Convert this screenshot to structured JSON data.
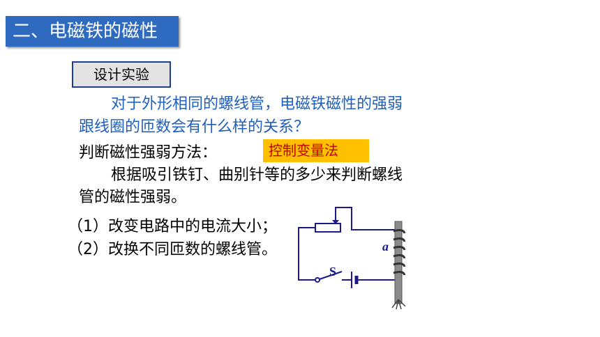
{
  "title": "二、电磁铁的磁性",
  "design_label": "设计实验",
  "question": {
    "line1": "对于外形相同的螺线管，电磁铁磁性的强弱",
    "line2": "跟线圈的匝数会有什么样的关系？"
  },
  "method_label": "判断磁性强弱方法：",
  "method_tag": "控制变量法",
  "method": {
    "line1": "根据吸引铁钉、曲别针等的多少来判断螺线",
    "line2": "管的磁性强弱。"
  },
  "items": [
    "（1）改变电路中的电流大小；",
    "（2）改换不同匝数的螺线管。"
  ],
  "circuit": {
    "switch_label": "S",
    "coil_label": "a",
    "wire_color": "#1a1a8c"
  }
}
